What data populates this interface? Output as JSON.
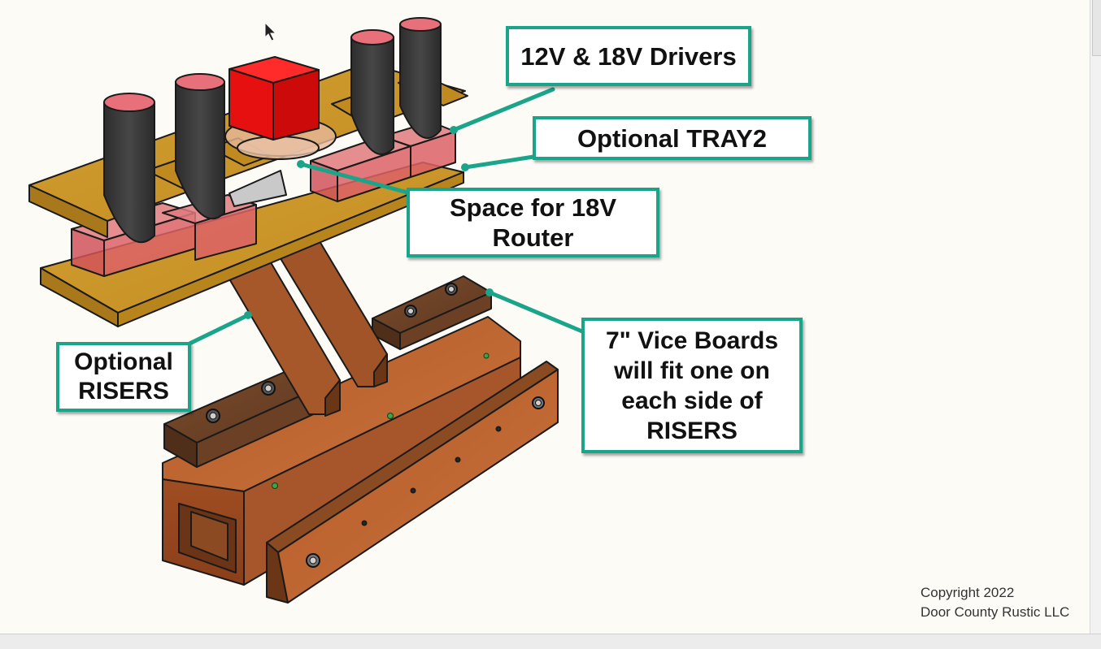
{
  "callouts": {
    "drivers": "12V & 18V Drivers",
    "tray2": "Optional TRAY2",
    "router": "Space for 18V\nRouter",
    "risers": "Optional\nRISERS",
    "vice": "7\" Vice Boards\nwill fit one on\neach side of\nRISERS"
  },
  "copyright": {
    "line1": "Copyright 2022",
    "line2": "Door County Rustic LLC"
  },
  "colors": {
    "callout_border": "#1aa58b",
    "tray_wood": "#c99a2a",
    "bench_wood": "#b5642e",
    "holder_red": "#e0303a",
    "battery_red": "#ee1111",
    "tool_cylinder": "#3a3a3a"
  },
  "icons": [
    "mouse-cursor-icon"
  ]
}
